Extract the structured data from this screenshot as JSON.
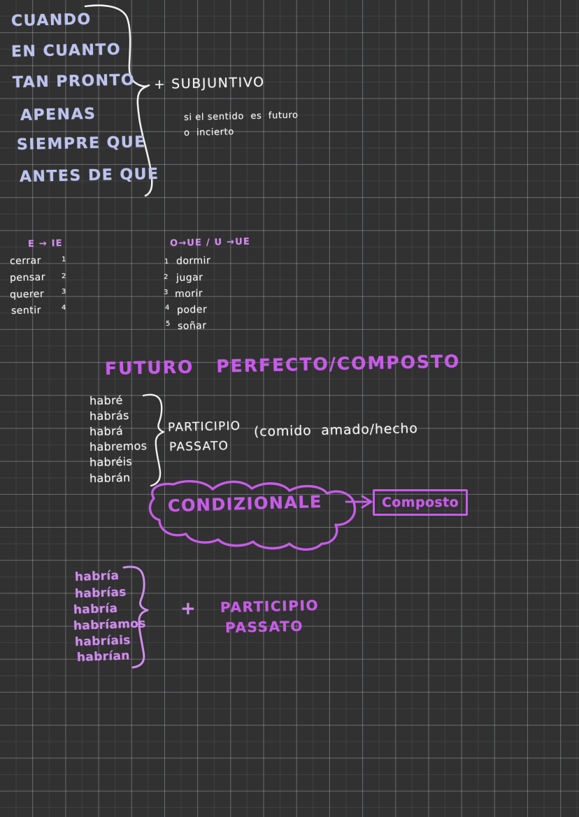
{
  "page": {
    "background": "#313131",
    "grid_color": "#c8ced2",
    "ink_colors": {
      "blue": "#bcc3ee",
      "white": "#f2f2f2",
      "purple": "#c75ce8",
      "lavender": "#cf8ced"
    }
  },
  "subjunctive_section": {
    "clauses": [
      "CUANDO",
      "EN CUANTO",
      "TAN PRONTO",
      "APENAS",
      "SIEMPRE QUE",
      "ANTES DE QUE"
    ],
    "rule": "+ SUBJUNTIVO",
    "note_line1": "si el sentido  es  futuro",
    "note_line2": "o  incierto"
  },
  "stem_changes": {
    "left": {
      "header": "E → IE",
      "verbs": [
        {
          "num": "1",
          "verb": "cerrar"
        },
        {
          "num": "2",
          "verb": "pensar"
        },
        {
          "num": "3",
          "verb": "querer"
        },
        {
          "num": "4",
          "verb": "sentir"
        }
      ]
    },
    "right": {
      "header": "O→UE / U →UE",
      "verbs": [
        {
          "num": "1",
          "verb": "dormir"
        },
        {
          "num": "2",
          "verb": "jugar"
        },
        {
          "num": "3",
          "verb": "morir"
        },
        {
          "num": "4",
          "verb": "poder"
        },
        {
          "num": "5",
          "verb": "soñar"
        }
      ]
    }
  },
  "futuro_perfecto": {
    "title": "FUTURO   PERFECTO/COMPOSTO",
    "conjugations": [
      "habré",
      "habrás",
      "habrá",
      "habremos",
      "habréis",
      "habrán"
    ],
    "participle_line1": "PARTICIPIO",
    "participle_line2": "PASSATO",
    "examples": "(comido  amado/hecho"
  },
  "condizionale": {
    "cloud_label": "CONDIZIONALE",
    "box_label": "Composto",
    "arrow": "arrow-right"
  },
  "condizionale_composto": {
    "conjugations": [
      "habría",
      "habrías",
      "habría",
      "habríamos",
      "habríais",
      "habrían"
    ],
    "plus": "+",
    "participle_line1": "PARTICIPIO",
    "participle_line2": "PASSATO"
  }
}
